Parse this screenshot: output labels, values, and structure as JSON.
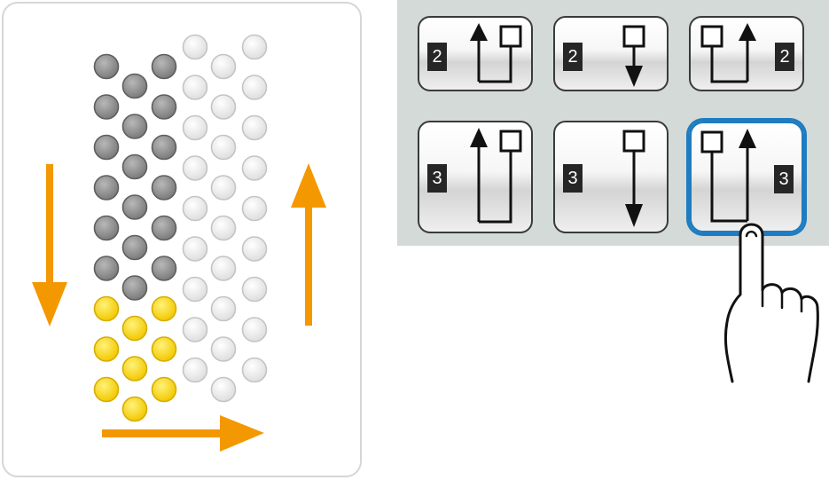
{
  "buttons": [
    {
      "id": "btn-2-up-left",
      "count": "2",
      "direction": "up",
      "badge_side": "left",
      "length": "short",
      "selected": false
    },
    {
      "id": "btn-2-down-center",
      "count": "2",
      "direction": "down",
      "badge_side": "left",
      "length": "short",
      "selected": false
    },
    {
      "id": "btn-2-up-right",
      "count": "2",
      "direction": "up",
      "badge_side": "right",
      "length": "short",
      "selected": false
    },
    {
      "id": "btn-3-up-left",
      "count": "3",
      "direction": "up",
      "badge_side": "left",
      "length": "long",
      "selected": false
    },
    {
      "id": "btn-3-down-center",
      "count": "3",
      "direction": "down",
      "badge_side": "left",
      "length": "long",
      "selected": false
    },
    {
      "id": "btn-3-up-right",
      "count": "3",
      "direction": "up",
      "badge_side": "right",
      "length": "long",
      "selected": true
    }
  ],
  "colors": {
    "arrow": "#f39800",
    "dot_dark": "#8e8e8e",
    "dot_yellow": "#f4d31c",
    "dot_light": "#e4e4e4",
    "selection": "#1f7cc0",
    "panel": "#d3dad7"
  },
  "icons": [
    "hand-pointer-icon",
    "arrow-down-icon",
    "arrow-up-icon",
    "arrow-right-icon"
  ]
}
